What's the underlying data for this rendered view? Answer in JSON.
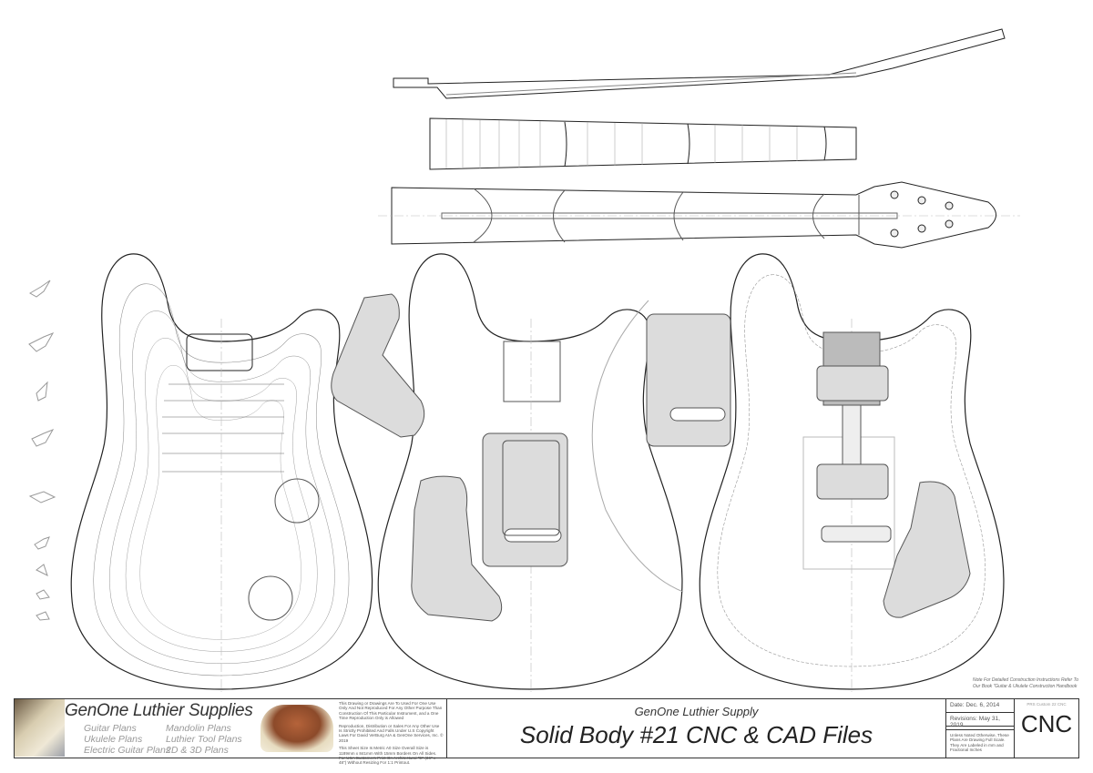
{
  "title_block": {
    "brand": "GenOne Luthier Supplies",
    "plan_links": [
      "Guitar Plans",
      "Ukulele Plans",
      "Electric Guitar Plans",
      "Mandolin Plans",
      "Luthier Tool Plans",
      "2D & 3D Plans"
    ],
    "legal": [
      "This Drawing or Drawings Are To Used For One Use Only And Not Reproduced For Any Other Purpose Than Construction Of This Particular Instrument, and a One Time Reproduction Only is Allowed",
      "Reproduction, Distribution or Sales For Any Other Use Is Strictly Prohibited And Falls Under U.S Copyright Laws For David VerBurg AIA & GenOne Services, Inc. © 2019",
      "This Sheet Size Is Metric A0 Size Overall Size is 1189mm x 841mm With 15mm Borders On All Sides. For USA Customers Print On Architectural \"E\" (36\" x 48\") Without Resizing For 1:1 Printout."
    ],
    "company": "GenOne Luthier Supply",
    "title": "Solid Body #21 CNC & CAD Files",
    "date": "Date: Dec. 6, 2014",
    "revisions": "Revisions: May 31, 2019",
    "scale_note": "Unless Noted Otherwise, These Plans Are Drawing Full Scale. They Are Labeled in mm and Fractional Inches",
    "model_code": "PRS Custom 22 CNC",
    "sheet_label": "CNC"
  },
  "construction_note": "Note For Detailed Construction Instructions Refer To Our Book \"Guitar & Ukulele Construction Handbook",
  "colors": {
    "line": "#222222",
    "template_fill": "#dcdcdc",
    "centerline": "#aaaaaa"
  }
}
